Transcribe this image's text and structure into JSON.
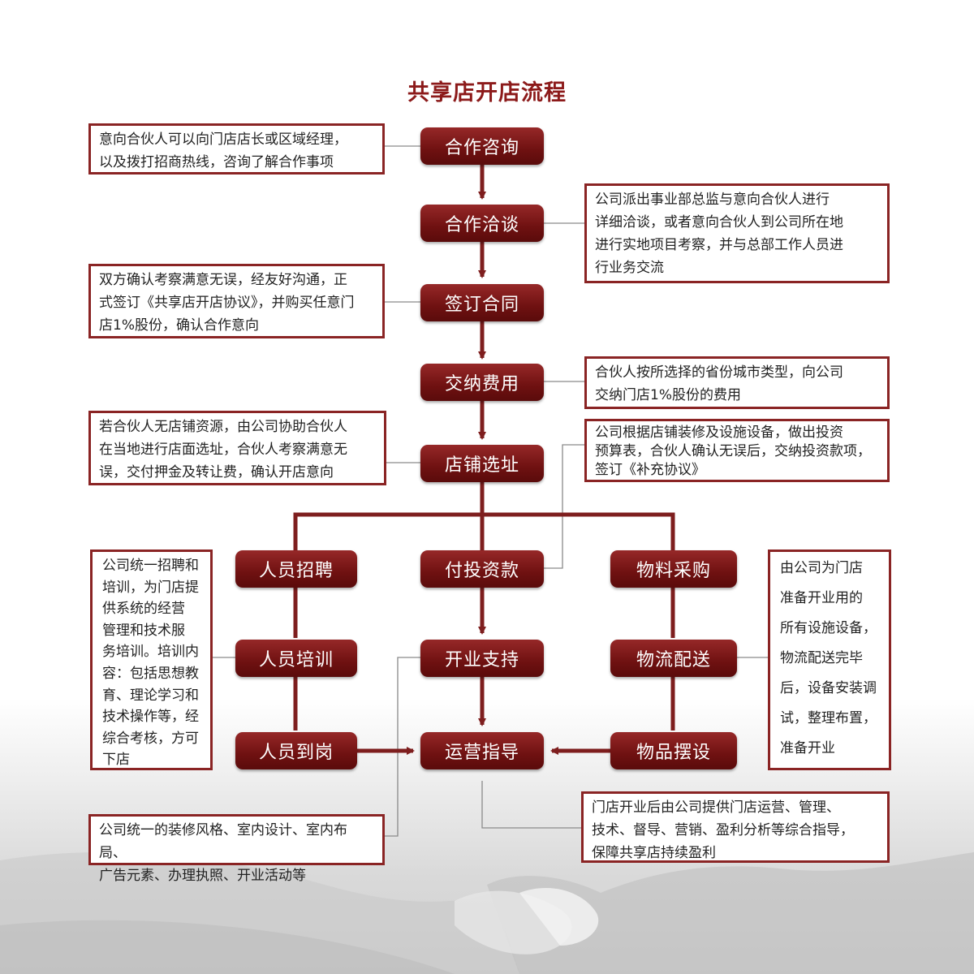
{
  "title": "共享店开店流程",
  "steps": {
    "consult": "合作咨询",
    "negotiate": "合作洽谈",
    "sign": "签订合同",
    "pay_fee": "交纳费用",
    "site": "店铺选址",
    "recruit": "人员招聘",
    "invest": "付投资款",
    "purchase": "物料采购",
    "train": "人员培训",
    "opening": "开业支持",
    "logistics": "物流配送",
    "onboard": "人员到岗",
    "operation": "运营指导",
    "display": "物品摆设"
  },
  "notes": {
    "consult": "意向合伙人可以向门店店长或区域经理，\n以及拨打招商热线，咨询了解合作事项",
    "negotiate": "公司派出事业部总监与意向合伙人进行\n详细洽谈，或者意向合伙人到公司所在地\n进行实地项目考察，并与总部工作人员进\n行业务交流",
    "sign": "双方确认考察满意无误，经友好沟通，正\n式签订《共享店开店协议》，并购买任意门\n店1%股份，确认合作意向",
    "pay_fee": "合伙人按所选择的省份城市类型，向公司\n交纳门店1%股份的费用",
    "site": "若合伙人无店铺资源，由公司协助合伙人\n在当地进行店面选址，合伙人考察满意无\n误，交付押金及转让费，确认开店意向",
    "invest": "公司根据店铺装修及设施设备，做出投资\n预算表，合伙人确认无误后，交纳投资款项，\n签订《补充协议》",
    "train": "公司统一招聘和\n培训，为门店提\n供系统的经营\n管理和技术服\n务培训。培训内\n容：包括思想教\n育、理论学习和\n技术操作等，经\n综合考核，方可\n下店",
    "logistics": "由公司为门店\n准备开业用的\n所有设施设备，\n物流配送完毕\n后，设备安装调\n试，整理布置，\n准备开业",
    "opening": "公司统一的装修风格、室内设计、室内布局、\n广告元素、办理执照、开业活动等",
    "operation": "门店开业后由公司提供门店运营、管理、\n技术、督导、营销、盈利分析等综合指导，\n保障共享店持续盈利"
  },
  "colors": {
    "title": "#8c1a1a",
    "step_fill": "#7a1414",
    "line": "#7e1e1e",
    "note_border": "#8a2424",
    "leader": "#8a8a8a"
  }
}
